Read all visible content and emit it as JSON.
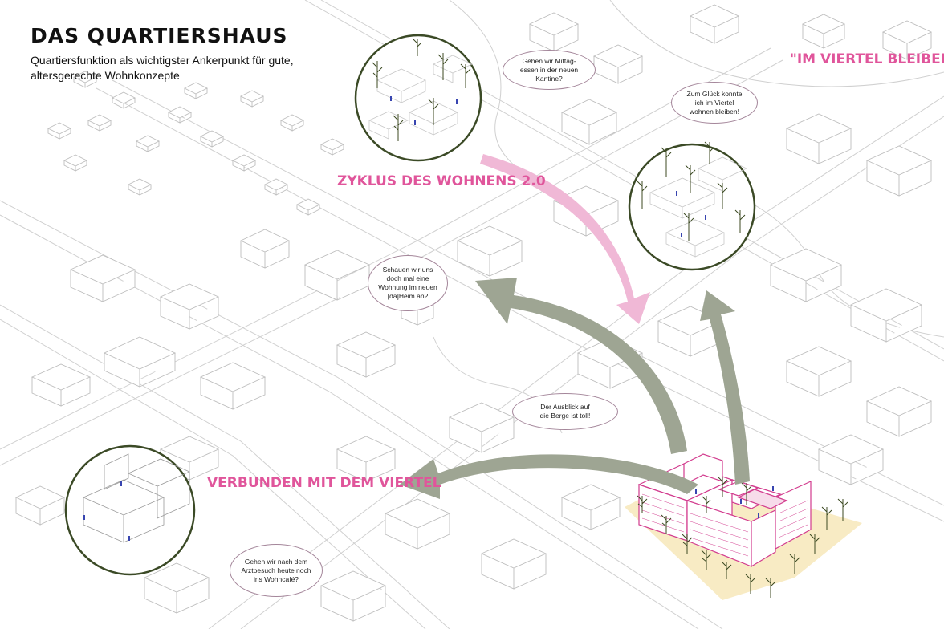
{
  "header": {
    "title": "DAS QUARTIERSHAUS",
    "subtitle": "Quartiersfunktion als wichtigster Ankerpunkt für gute, altersgerechte Wohnkonzepte"
  },
  "labels": {
    "zyklus": "ZYKLUS DES WOHNENS 2.0",
    "verbunden": "VERBUNDEN MIT DEM VIERTEL",
    "im_viertel": "\"IM VIERTEL BLEIBEN\""
  },
  "speech_bubbles": [
    {
      "text": "Gehen wir Mittag-\nessen in der neuen\nKantine?"
    },
    {
      "text": "Zum Glück konnte\nich im Viertel\nwohnen bleiben!"
    },
    {
      "text": "Schauen wir uns\ndoch mal eine\nWohnung im neuen\n[da]Heim an?"
    },
    {
      "text": "Der Ausblick auf\ndie Berge ist toll!"
    },
    {
      "text": "Gehen wir nach dem\nArztbesuch heute noch\nins Wohncafé?"
    }
  ],
  "colors": {
    "accent_pink": "#e0559b",
    "arrow_pink": "#f0b8d6",
    "arrow_green": "#9ea593",
    "circle_border": "#3b4a26",
    "plot_fill": "#f8ebc4",
    "building_outline": "#bdbdbd",
    "highlight_building": "#d23b8e"
  }
}
